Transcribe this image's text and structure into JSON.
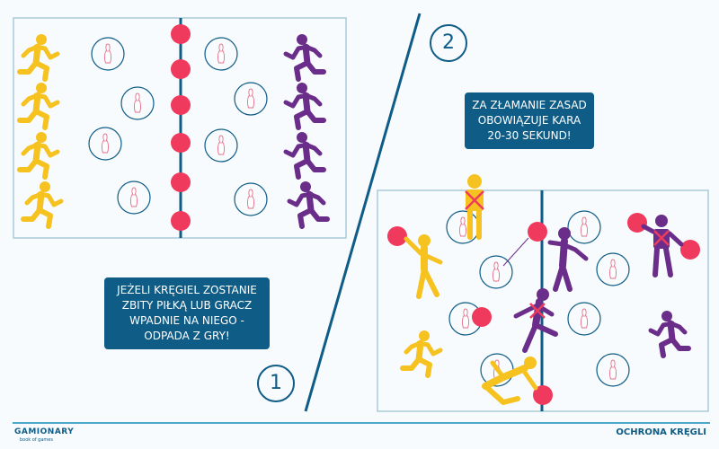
{
  "panel1": {
    "number": "1",
    "rule_lines": [
      "JEŻELI KRĘGIEL ZOSTANIE",
      "ZBITY PIŁKĄ LUB GRACZ",
      "WPADNIE NA NIEGO -",
      "ODPADA Z GRY!"
    ]
  },
  "panel2": {
    "number": "2",
    "rule_lines": [
      "ZA ZŁAMANIE ZASAD",
      "OBOWIĄZUJE KARA",
      "20-30 SEKUND!"
    ]
  },
  "footer": {
    "brand": "GAMIONARY",
    "brand_tagline": "book of games",
    "topic": "OCHRONA KRĘGLI"
  },
  "colors": {
    "yellow": "#f6c21f",
    "purple": "#6a2e8a",
    "ball": "#ef3a5d",
    "accent": "#0f5c86",
    "pin_ring": "#0f5c86"
  }
}
